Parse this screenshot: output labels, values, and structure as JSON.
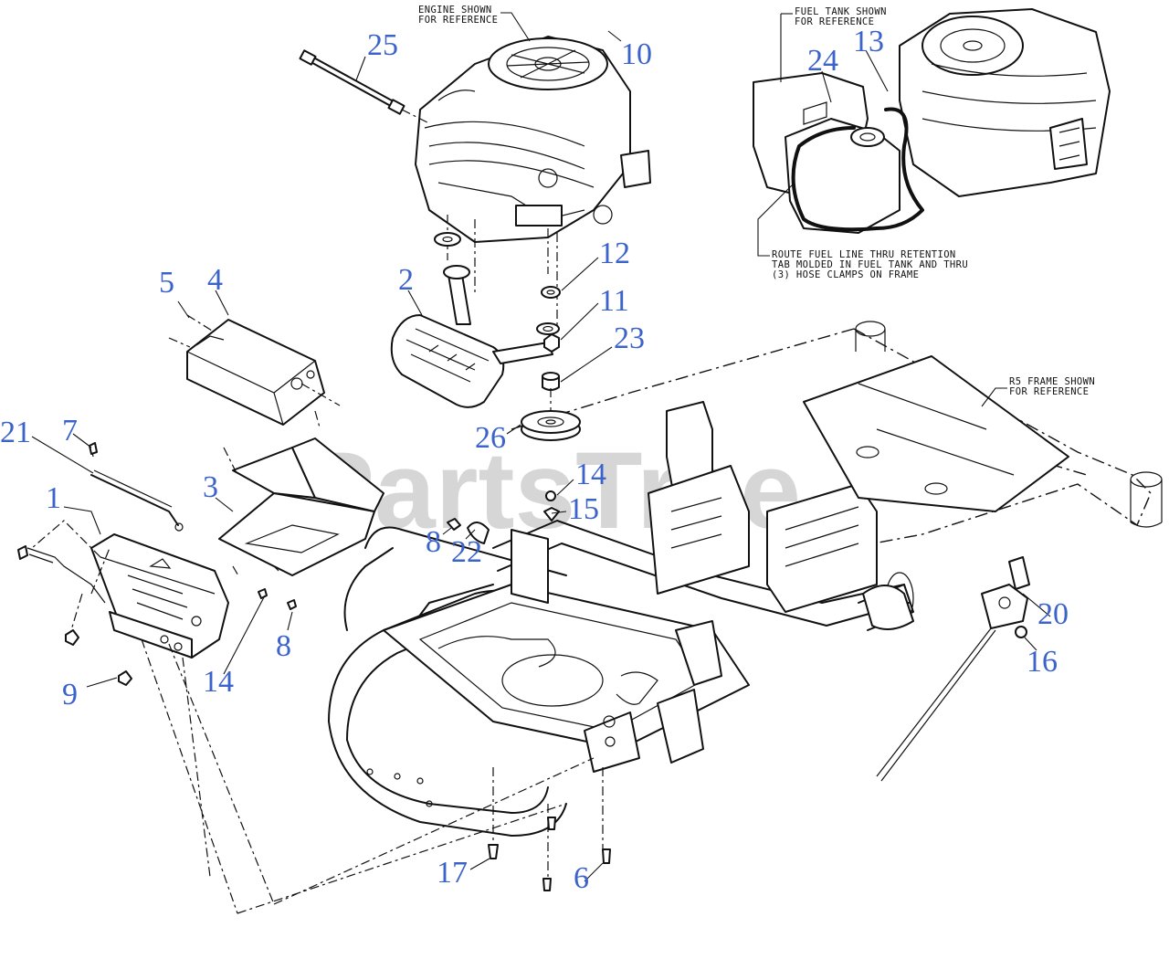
{
  "watermark": {
    "text": "PartsTree",
    "mark": "TM"
  },
  "notes": {
    "engine": [
      "ENGINE SHOWN",
      "FOR REFERENCE"
    ],
    "fuel_tank": [
      "FUEL TANK SHOWN",
      "FOR REFERENCE"
    ],
    "frame": [
      "R5 FRAME SHOWN",
      "FOR REFERENCE"
    ],
    "route": [
      "ROUTE FUEL LINE THRU RETENTION",
      "TAB MOLDED IN FUEL TANK AND THRU",
      "(3) HOSE CLAMPS ON FRAME"
    ]
  },
  "callouts": {
    "c25": "25",
    "c10": "10",
    "c24": "24",
    "c13": "13",
    "c12": "12",
    "c2": "2",
    "c11": "11",
    "c23": "23",
    "c5": "5",
    "c4": "4",
    "c26": "26",
    "c7": "7",
    "c21": "21",
    "c3": "3",
    "c14a": "14",
    "c15": "15",
    "c1": "1",
    "c8a": "8",
    "c22": "22",
    "c20": "20",
    "c16": "16",
    "c8b": "8",
    "c14b": "14",
    "c9": "9",
    "c17": "17",
    "c6": "6"
  },
  "colors": {
    "callout": "#3b63c9",
    "line": "#111111",
    "watermark": "#c9c9c9"
  }
}
